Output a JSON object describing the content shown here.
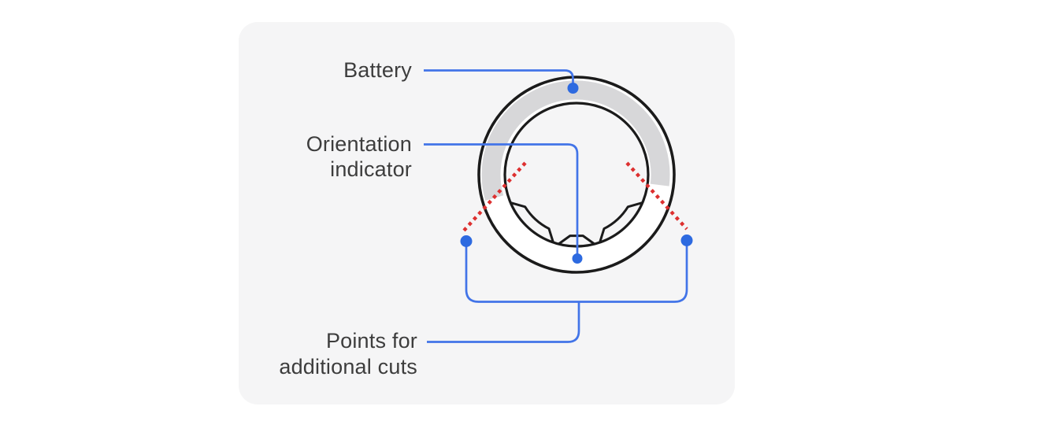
{
  "diagram": {
    "labels": {
      "battery": "Battery",
      "orientation_indicator": [
        "Orientation",
        "indicator"
      ],
      "points_for_additional_cuts": [
        "Points for",
        "additional cuts"
      ]
    },
    "colors": {
      "page_bg": "#ffffff",
      "card_bg": "#f5f5f6",
      "label_text": "#3d3d3d",
      "ring_outline": "#1b1b1b",
      "battery_band": "#d7d7d9",
      "leader_line_blue": "#4274e8",
      "marker_dot_blue": "#2d6ae0",
      "cut_mark_red": "#dd3030"
    }
  }
}
